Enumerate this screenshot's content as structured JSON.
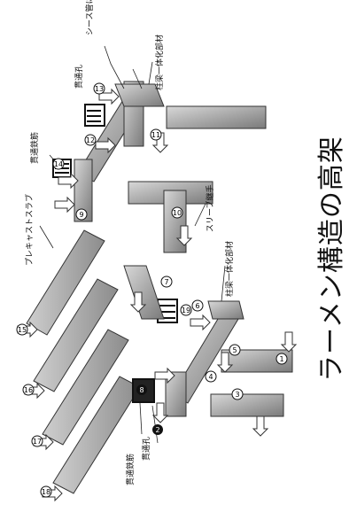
{
  "title": "ラーメン構造の高架",
  "labels": {
    "sleeve_pipe_note": "シース管にて柱上部まで貫通",
    "through_hole_top": "貫通孔",
    "column_beam_top": "柱梁一体化部材",
    "through_rebar_top": "貫通鉄筋",
    "precast_slab": "プレキャストスラブ",
    "sleeve_joint": "スリーブ継手",
    "column_beam_bottom": "柱梁一体化部材",
    "through_rebar_bottom": "貫通鉄筋",
    "through_hole_bottom": "貫通孔"
  },
  "steps": [
    "1",
    "2",
    "3",
    "4",
    "5",
    "6",
    "7",
    "8",
    "9",
    "10",
    "11",
    "12",
    "13",
    "14",
    "15",
    "16",
    "17",
    "18",
    "19"
  ]
}
